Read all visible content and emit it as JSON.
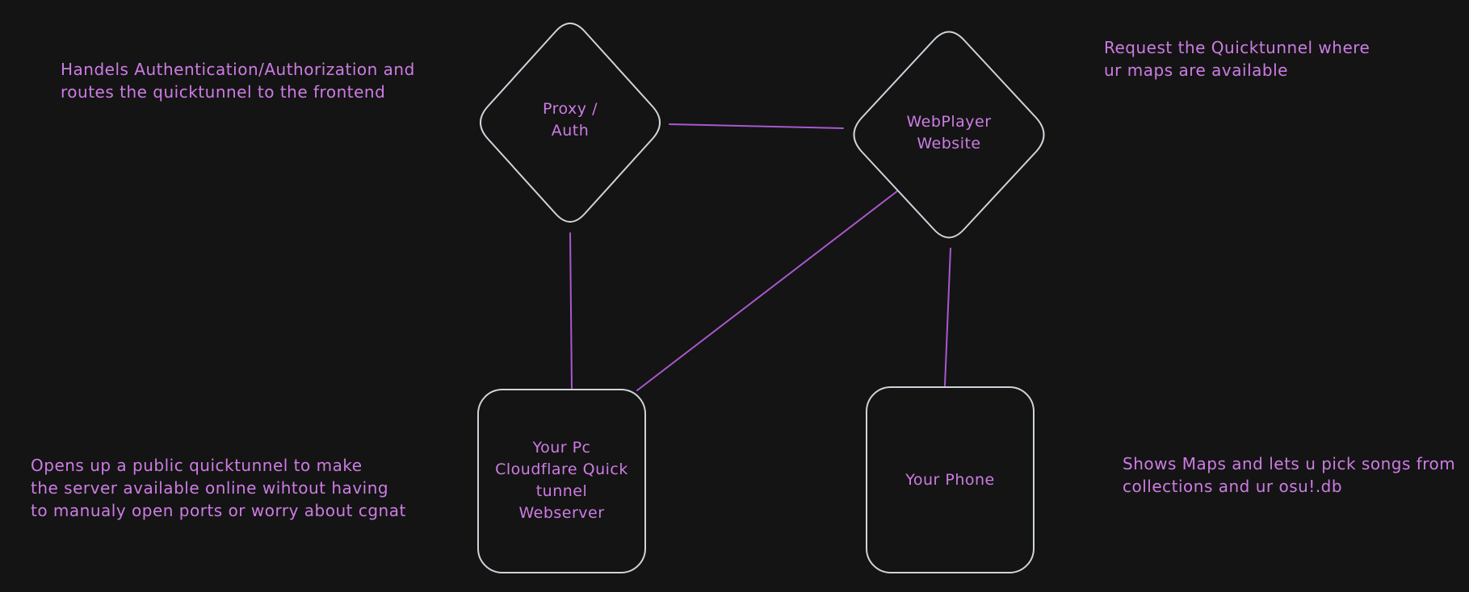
{
  "canvas": {
    "background": "#141414"
  },
  "colors": {
    "shape_stroke": "#ced4da",
    "connector": "#a958cf",
    "text": "#cd7ce4"
  },
  "nodes": {
    "proxy_auth": {
      "shape": "diamond",
      "lines": [
        "Proxy /",
        "Auth"
      ]
    },
    "webplayer": {
      "shape": "diamond",
      "lines": [
        "WebPlayer",
        "Website"
      ]
    },
    "your_pc": {
      "shape": "rounded-rectangle",
      "lines": [
        "Your Pc",
        "Cloudflare Quick",
        "tunnel",
        "Webserver"
      ]
    },
    "your_phone": {
      "shape": "rounded-rectangle",
      "lines": [
        "Your Phone"
      ]
    }
  },
  "connectors": [
    {
      "from": "proxy_auth",
      "to": "webplayer"
    },
    {
      "from": "proxy_auth",
      "to": "your_pc"
    },
    {
      "from": "webplayer",
      "to": "your_pc"
    },
    {
      "from": "webplayer",
      "to": "your_phone"
    }
  ],
  "annotations": {
    "top_left": {
      "lines": [
        "Handels Authentication/Authorization and",
        "routes the quicktunnel to the frontend"
      ]
    },
    "top_right": {
      "lines": [
        "Request the Quicktunnel where",
        "ur maps are available"
      ]
    },
    "bottom_left": {
      "lines": [
        "Opens up a public quicktunnel to make",
        "the server available online wihtout having",
        "to manualy open ports or worry about cgnat"
      ]
    },
    "bottom_right": {
      "lines": [
        "Shows Maps and lets u pick songs from",
        "collections and ur osu!.db"
      ]
    }
  }
}
